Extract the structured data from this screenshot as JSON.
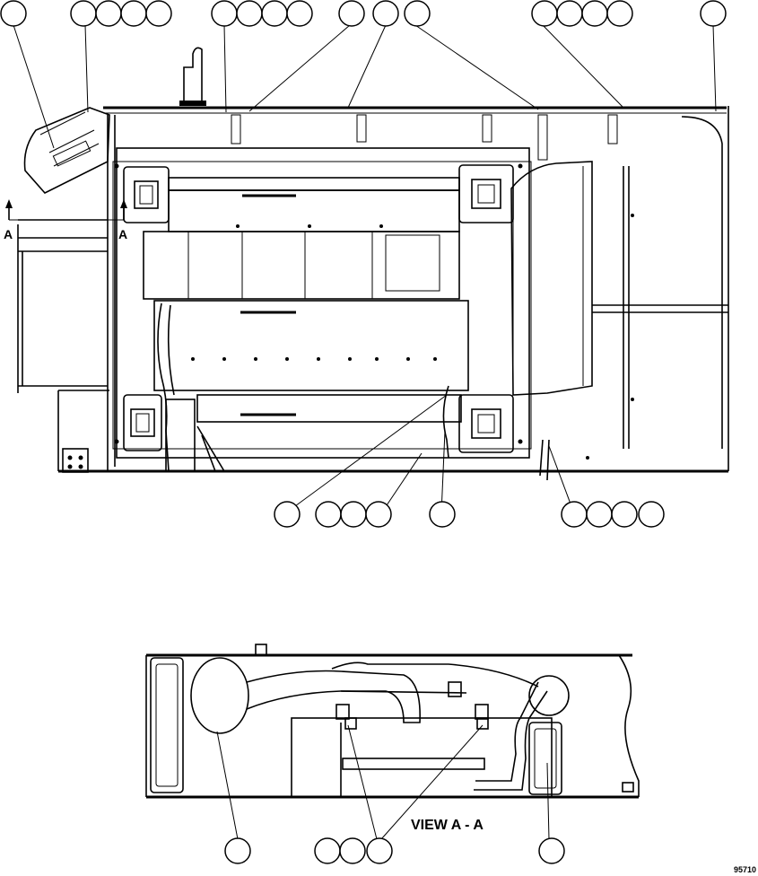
{
  "drawing": {
    "section_markers": [
      "A",
      "A"
    ],
    "view_title": "VIEW A - A",
    "figure_number": "95710"
  }
}
